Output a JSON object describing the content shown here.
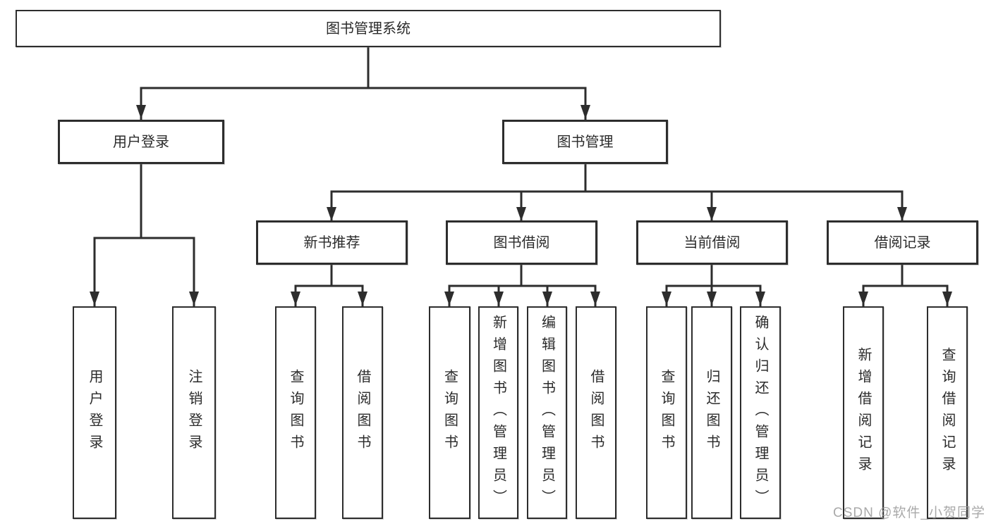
{
  "diagram": {
    "watermark": "CSDN @软件_小贺同学",
    "colors": {
      "line": "#2d2d2d",
      "box_border": "#2d2d2d",
      "text": "#2b2b2b",
      "watermark": "#9b9b9b",
      "background": "#ffffff"
    },
    "nodes": {
      "root": "图书管理系统",
      "login": "用户登录",
      "mgmt": "图书管理",
      "l3": [
        "新书推荐",
        "图书借阅",
        "当前借阅",
        "借阅记录"
      ],
      "login_leaves": [
        "用户登录",
        "注销登录"
      ],
      "rec_leaves": [
        "查询图书",
        "借阅图书"
      ],
      "borrow_leaves": [
        "查询图书",
        "新增图书（管理员）",
        "编辑图书（管理员）",
        "借阅图书"
      ],
      "current_leaves": [
        "查询图书",
        "归还图书",
        "确认归还（管理员）"
      ],
      "records_leaves": [
        "新增借阅记录",
        "查询借阅记录"
      ]
    }
  }
}
